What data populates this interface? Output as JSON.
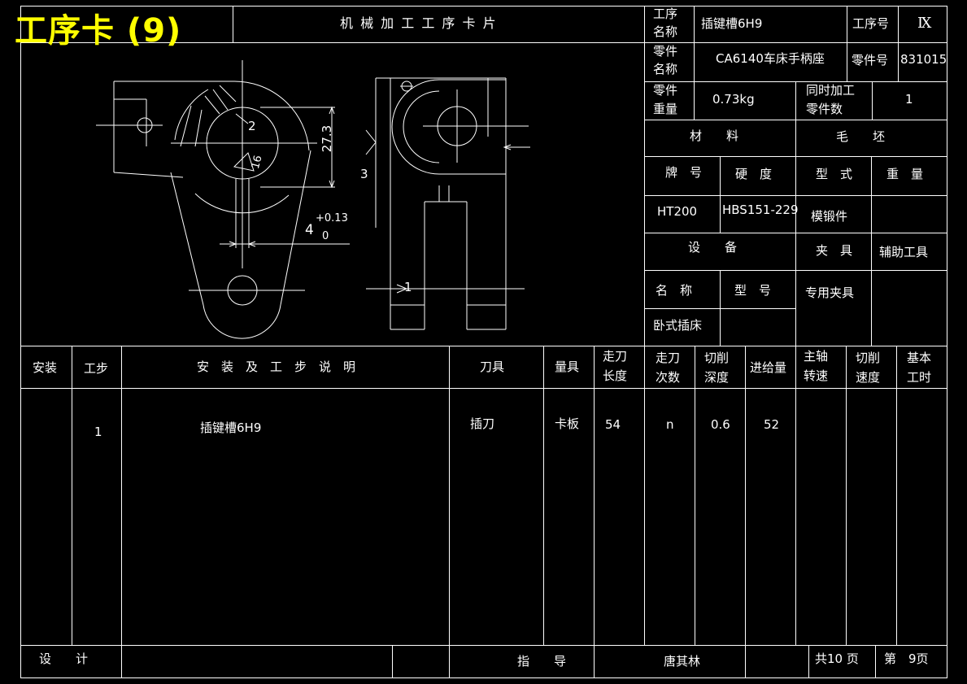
{
  "banner_title": "工序卡 (9)",
  "sheet_title": "机 械 加 工 工 序 卡 片",
  "header": {
    "process_name_label": [
      "工序",
      "名称"
    ],
    "process_name_value": "插键槽6H9",
    "process_no_label": "工序号",
    "process_no_value": "Ⅸ",
    "part_name_label": [
      "零件",
      "名称"
    ],
    "part_name_value": "CA6140车床手柄座",
    "part_no_label": "零件号",
    "part_no_value": "831015",
    "part_weight_label": [
      "零件",
      "重量"
    ],
    "part_weight_value": "0.73kg",
    "simul_label": [
      "同时加工",
      "零件数"
    ],
    "simul_value": "1",
    "material_label": "材　　料",
    "blank_label": "毛　　坯",
    "grade_label": "牌　号",
    "hardness_label": "硬　度",
    "type_label": "型　式",
    "weight_label": "重　量",
    "grade_value": "HT200",
    "hardness_value": "HBS151-229",
    "blank_type_value": "模锻件",
    "equipment_label": "设　　备",
    "fixture_label": "夹　具",
    "aux_tool_label": "辅助工具",
    "eq_name_label": "名　称",
    "eq_model_label": "型　号",
    "fixture_value": "专用夹具",
    "eq_name_value": "卧式插床"
  },
  "drawing": {
    "label_1": "1",
    "label_2": "2",
    "label_3": "3",
    "dim_27_3": "27.3",
    "dim_16": "16",
    "dim_4": "4",
    "dim_tol_upper": "+0.13",
    "dim_tol_lower": "0"
  },
  "table": {
    "headers": {
      "install": "安装",
      "step": "工步",
      "desc": "安　装　及　工　步　说　明",
      "tool": "刀具",
      "gauge": "量具",
      "travel_len": [
        "走刀",
        "长度"
      ],
      "passes": [
        "走刀",
        "次数"
      ],
      "depth": [
        "切削",
        "深度"
      ],
      "feed": "进给量",
      "spindle": [
        "主轴",
        "转速"
      ],
      "speed": [
        "切削",
        "速度"
      ],
      "basetime": [
        "基本",
        "工时"
      ]
    },
    "rows": [
      {
        "install": "",
        "step": "1",
        "desc": "插键槽6H9",
        "tool": "插刀",
        "gauge": "卡板",
        "travel_len": "54",
        "passes": "n",
        "depth": "0.6",
        "feed": "52",
        "spindle": "",
        "speed": "",
        "basetime": ""
      }
    ]
  },
  "footer": {
    "design_label": "设　　计",
    "guide_label": "指　　导",
    "guide_value": "唐其林",
    "total_pages": "共10 页",
    "page_no": "第　9页"
  }
}
